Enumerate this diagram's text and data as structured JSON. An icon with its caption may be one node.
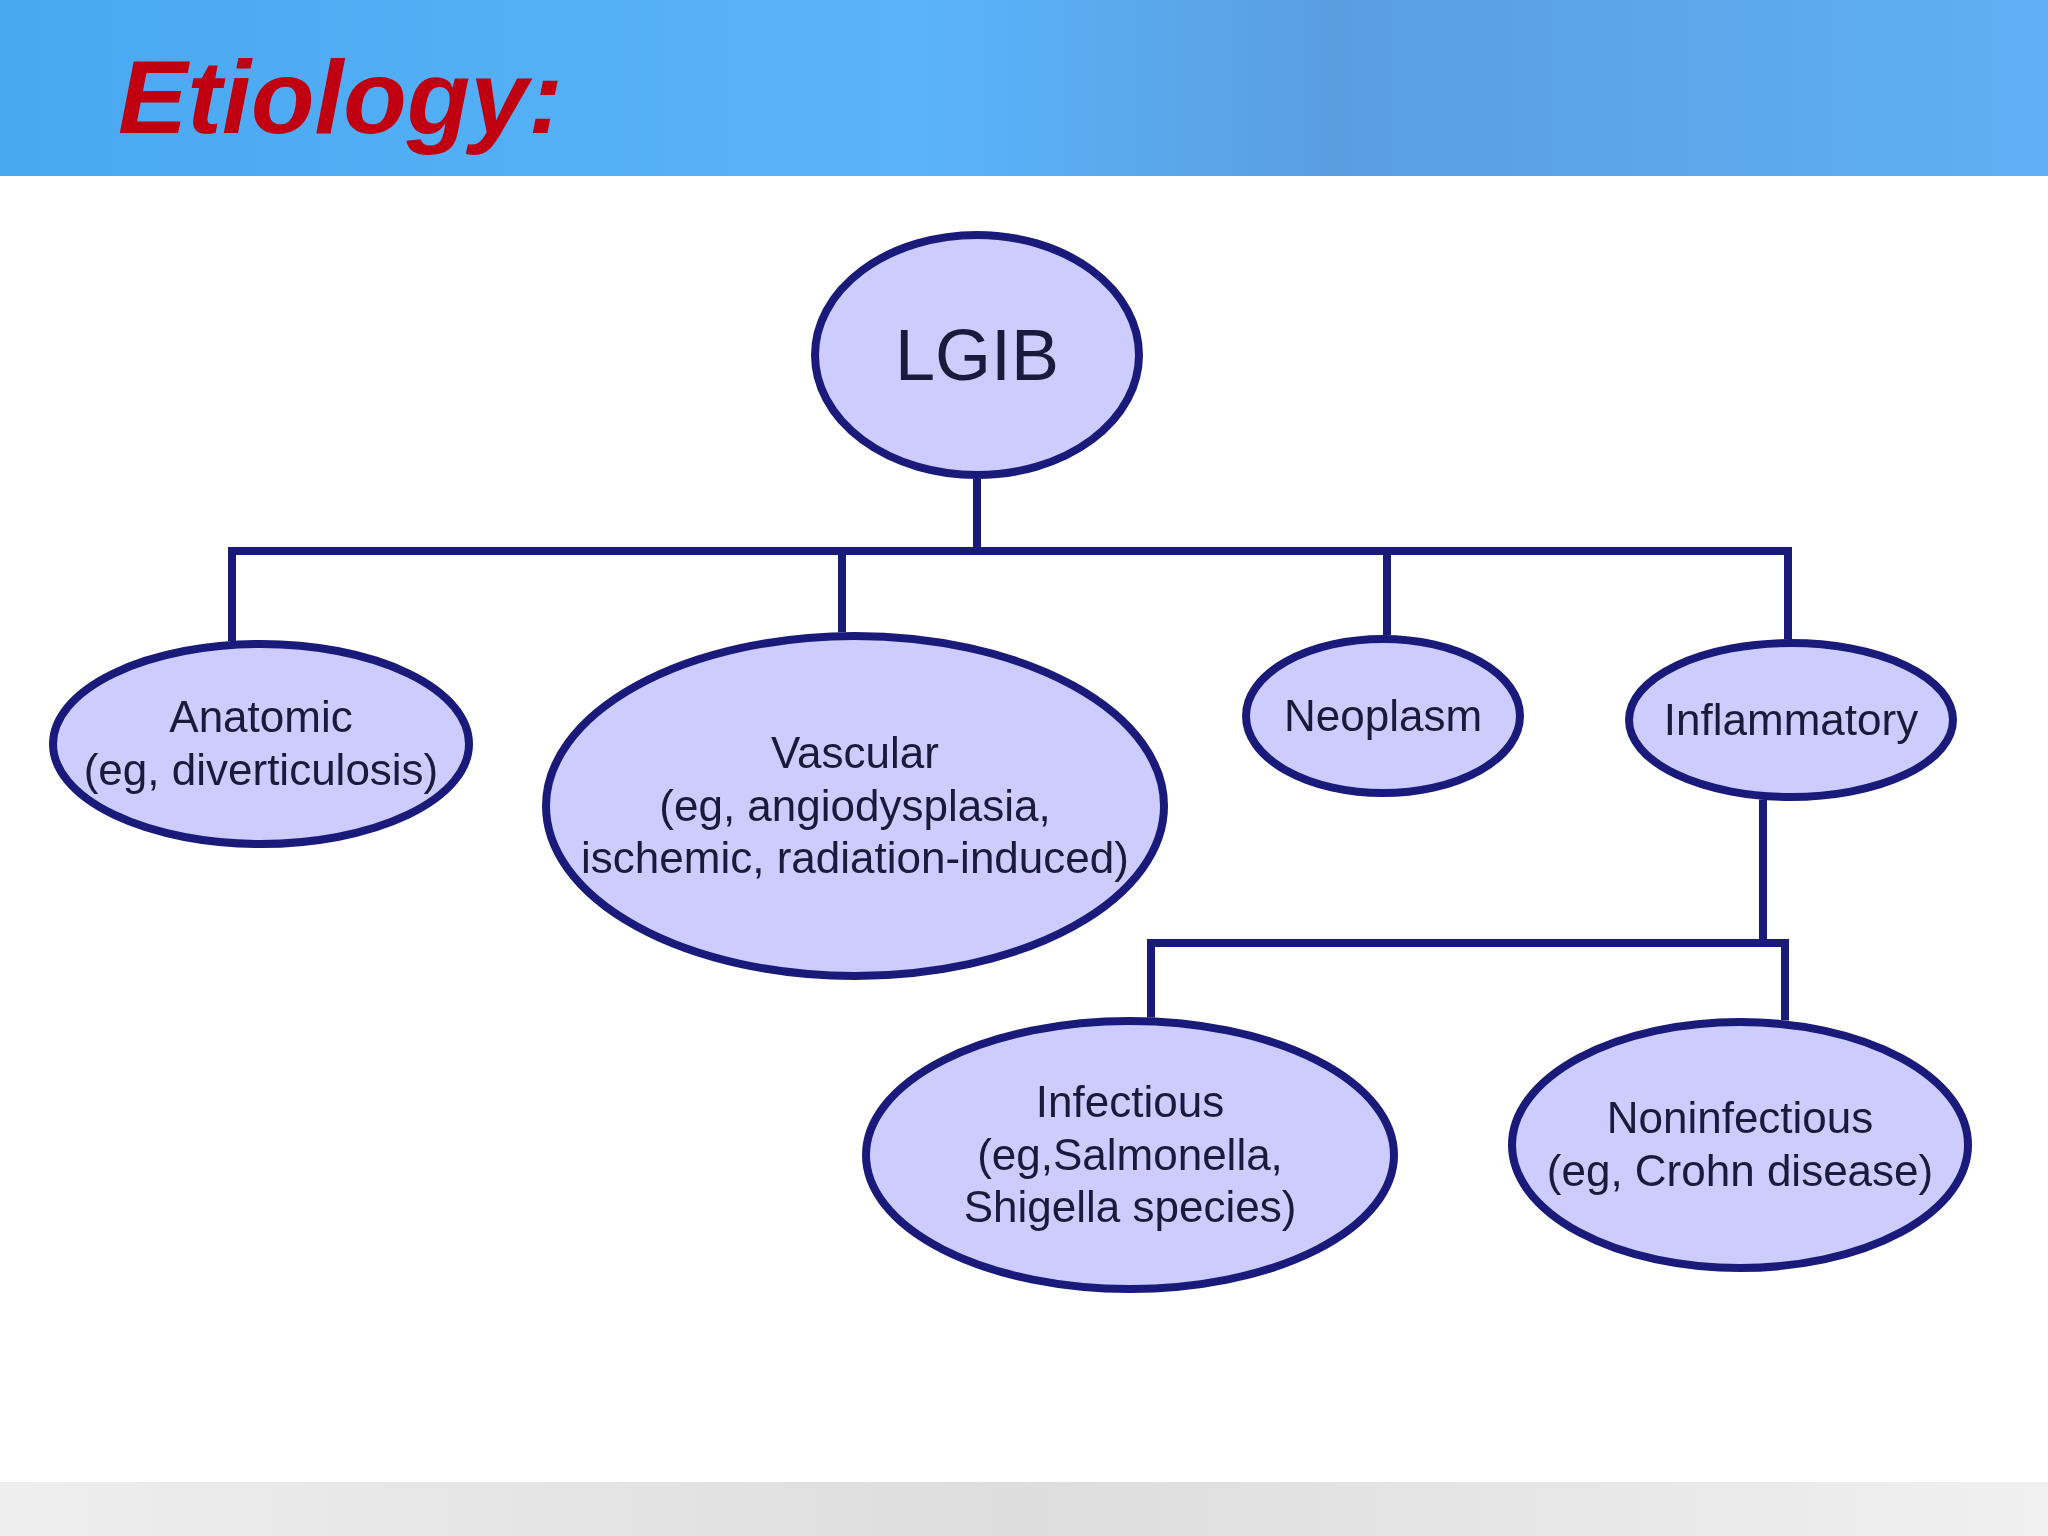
{
  "diagram": {
    "title": "Etiology:",
    "nodes": [
      {
        "text": [
          "LGIB"
        ]
      },
      {
        "text": [
          "Anatomic",
          "(eg, diverticulosis)"
        ]
      },
      {
        "text": [
          "Vascular",
          "(eg, angiodysplasia, ischemic, radiation-induced)"
        ]
      },
      {
        "text": [
          "Neoplasm"
        ]
      },
      {
        "text": [
          "Inflammatory"
        ]
      },
      {
        "text": [
          "Infectious",
          "(eg,Salmonella, Shigella species)"
        ]
      },
      {
        "text": [
          "Noninfectious",
          "(eg, Crohn disease)"
        ]
      }
    ],
    "edges": [
      {
        "from": 0,
        "to": 1,
        "arrow": "none"
      },
      {
        "from": 0,
        "to": 2,
        "arrow": "none"
      },
      {
        "from": 0,
        "to": 3,
        "arrow": "none"
      },
      {
        "from": 0,
        "to": 4,
        "arrow": "none"
      },
      {
        "from": 4,
        "to": 5,
        "arrow": "none"
      },
      {
        "from": 4,
        "to": 6,
        "arrow": "none"
      }
    ]
  }
}
